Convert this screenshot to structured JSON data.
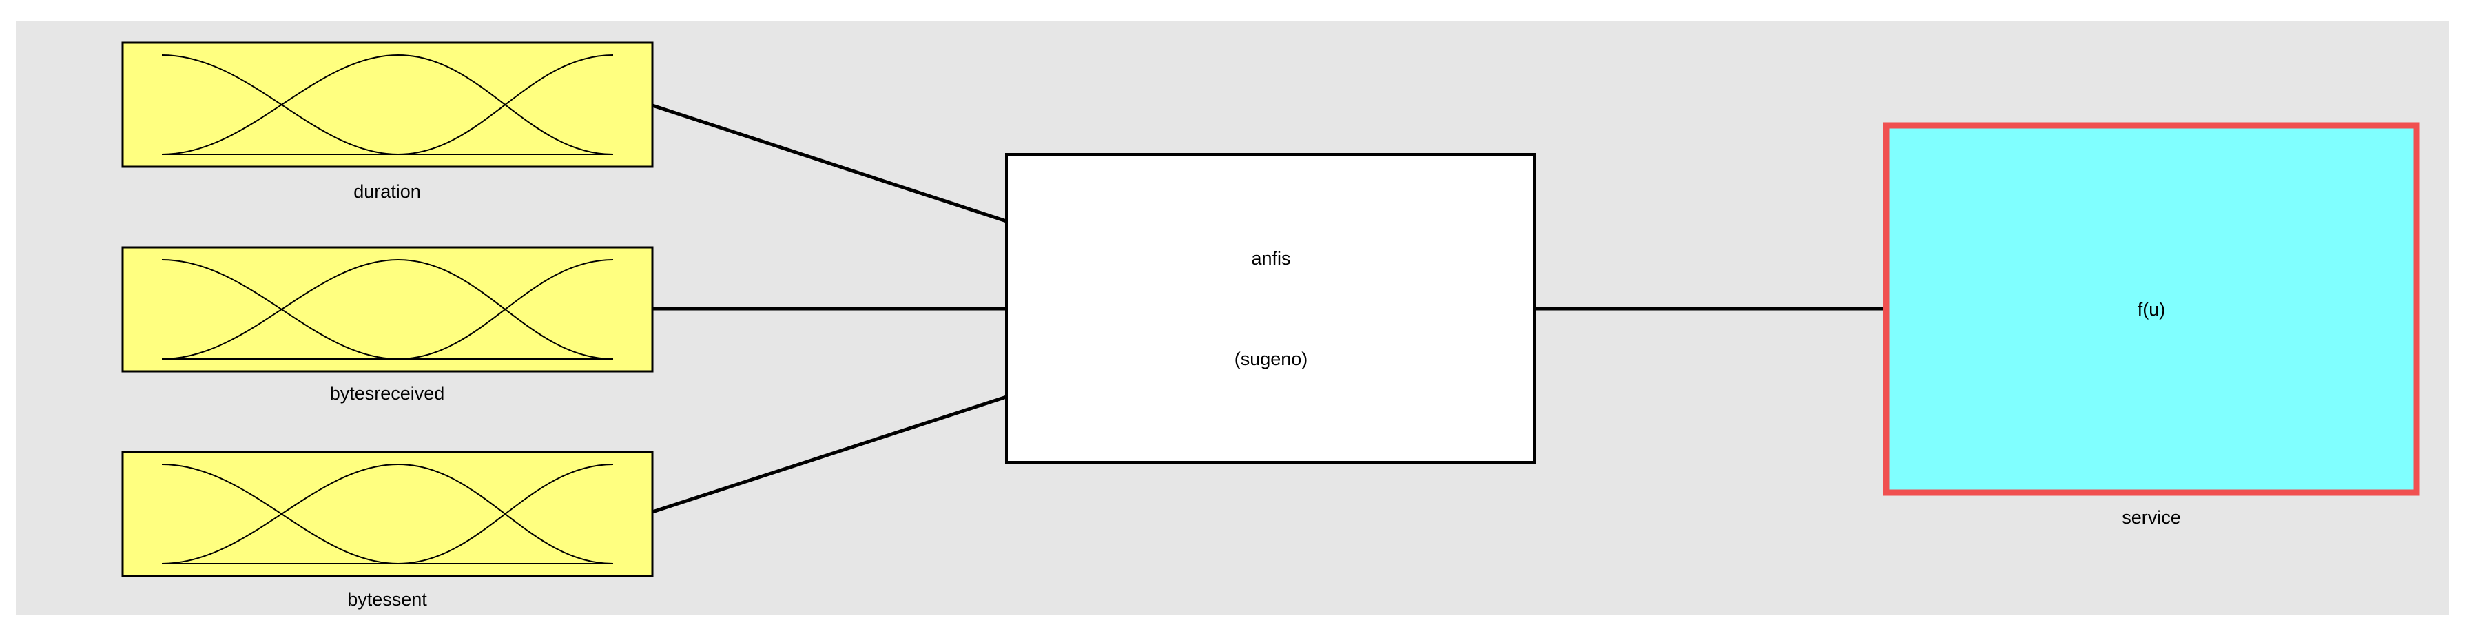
{
  "diagram": {
    "background_color": "#e6e6e6",
    "inputs": [
      {
        "label": "duration"
      },
      {
        "label": "bytesreceived"
      },
      {
        "label": "bytessent"
      }
    ],
    "system": {
      "name": "anfis",
      "type": "(sugeno)"
    },
    "output": {
      "function": "f(u)",
      "label": "service"
    },
    "colors": {
      "input_fill": "#ffff80",
      "system_fill": "#ffffff",
      "output_fill": "#80ffff",
      "output_border": "#f05050",
      "connector": "#000000"
    }
  }
}
